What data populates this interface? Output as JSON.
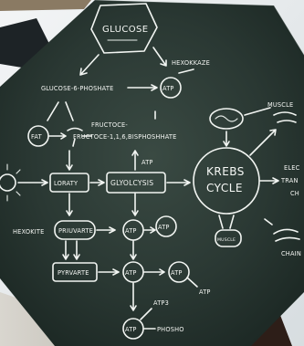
{
  "board": {
    "glucose": "GLUCOSE",
    "hexokinase": "HEXOKKAZE",
    "g6p": "GLUCOSE-6-PHOSHATE",
    "atp": "ATP",
    "fat": "FAT",
    "fructose_1": "FRUCTOCE-",
    "fructose_2": "FRUCTOCE-1,1,6,BISPHOSHHATE",
    "lorary": "LORATY",
    "glycolysis": "GLYOLCYSIS",
    "krebs_1": "KREBS",
    "krebs_2": "CYCLE",
    "hexokite": "HEXOKITE",
    "pruvarte": "PRIUVARTE",
    "pyrvarte": "PYRVARTE",
    "atp3": "ATP3",
    "phosho": "PHOSHO",
    "muscle": "MUSCLE",
    "elec_1": "ELEC",
    "elec_2": "TRAN",
    "elec_3": "CH",
    "chain": "CHAIN",
    "muscle_small": "MUSCLE"
  }
}
